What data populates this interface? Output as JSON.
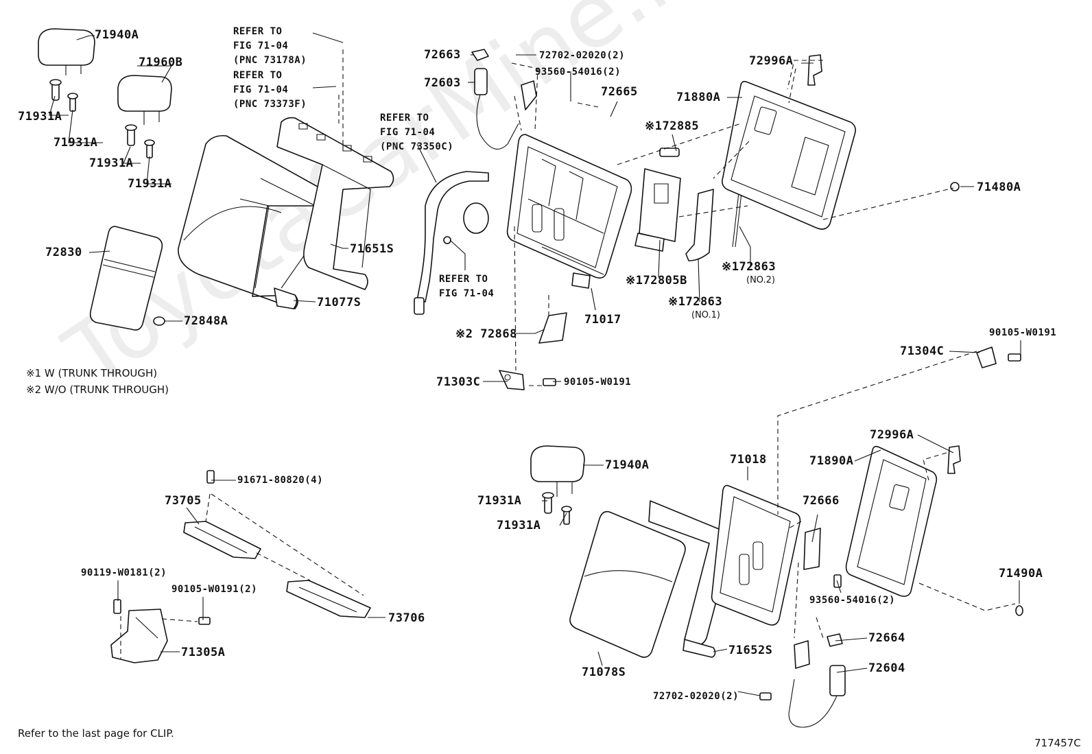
{
  "colors": {
    "ink": "#111111",
    "paper": "#ffffff",
    "watermark": "rgba(0,0,0,0.07)"
  },
  "watermark": "ToyotaCarMine.ru",
  "labels": {
    "p71940A_a": "71940A",
    "p71960B": "71960B",
    "p71931A_a": "71931A",
    "p71931A_b": "71931A",
    "p71931A_c": "71931A",
    "p71931A_d": "71931A",
    "p72830": "72830",
    "p72848A": "72848A",
    "p71651S": "71651S",
    "p71077S": "71077S",
    "p72663": "72663",
    "p72603": "72603",
    "p72702_a": "72702-02020(2)",
    "p93560_a": "93560-54016(2)",
    "p72665": "72665",
    "p72996A_a": "72996A",
    "p71880A": "71880A",
    "p72885": "※172885",
    "p71480A": "71480A",
    "p72863_2": "※172863",
    "p72805B": "※172805B",
    "p72863_1": "※172863",
    "p71017": "71017",
    "p72868": "※2 72868",
    "p71303C": "71303C",
    "p90105_a": "90105-W0191",
    "p71304C": "71304C",
    "p90105_b": "90105-W0191",
    "p72996A_b": "72996A",
    "p71018": "71018",
    "p71890A": "71890A",
    "p71940A_b": "71940A",
    "p72666": "72666",
    "p71931A_e": "71931A",
    "p71931A_f": "71931A",
    "p71490A": "71490A",
    "p93560_b": "93560-54016(2)",
    "p72664": "72664",
    "p72604": "72604",
    "p71652S": "71652S",
    "p71078S": "71078S",
    "p72702_b": "72702-02020(2)",
    "p91671": "91671-80820(4)",
    "p73705": "73705",
    "p90119": "90119-W0181(2)",
    "p90105_c": "90105-W0191(2)",
    "p73706": "73706",
    "p71305A": "71305A"
  },
  "sublabels": {
    "no2": "(NO.2)",
    "no1": "(NO.1)"
  },
  "refs": {
    "r1": "REFER TO\nFIG 71-04\n(PNC 73178A)",
    "r2": "REFER TO\nFIG 71-04\n(PNC 73373F)",
    "r3": "REFER TO\nFIG 71-04\n(PNC 73350C)",
    "r4": "REFER TO\nFIG 71-04"
  },
  "notes": {
    "n1": "※1  W (TRUNK THROUGH)",
    "n2": "※2  W/O (TRUNK THROUGH)",
    "footer": "Refer to the last page for CLIP.",
    "code": "717457C"
  }
}
